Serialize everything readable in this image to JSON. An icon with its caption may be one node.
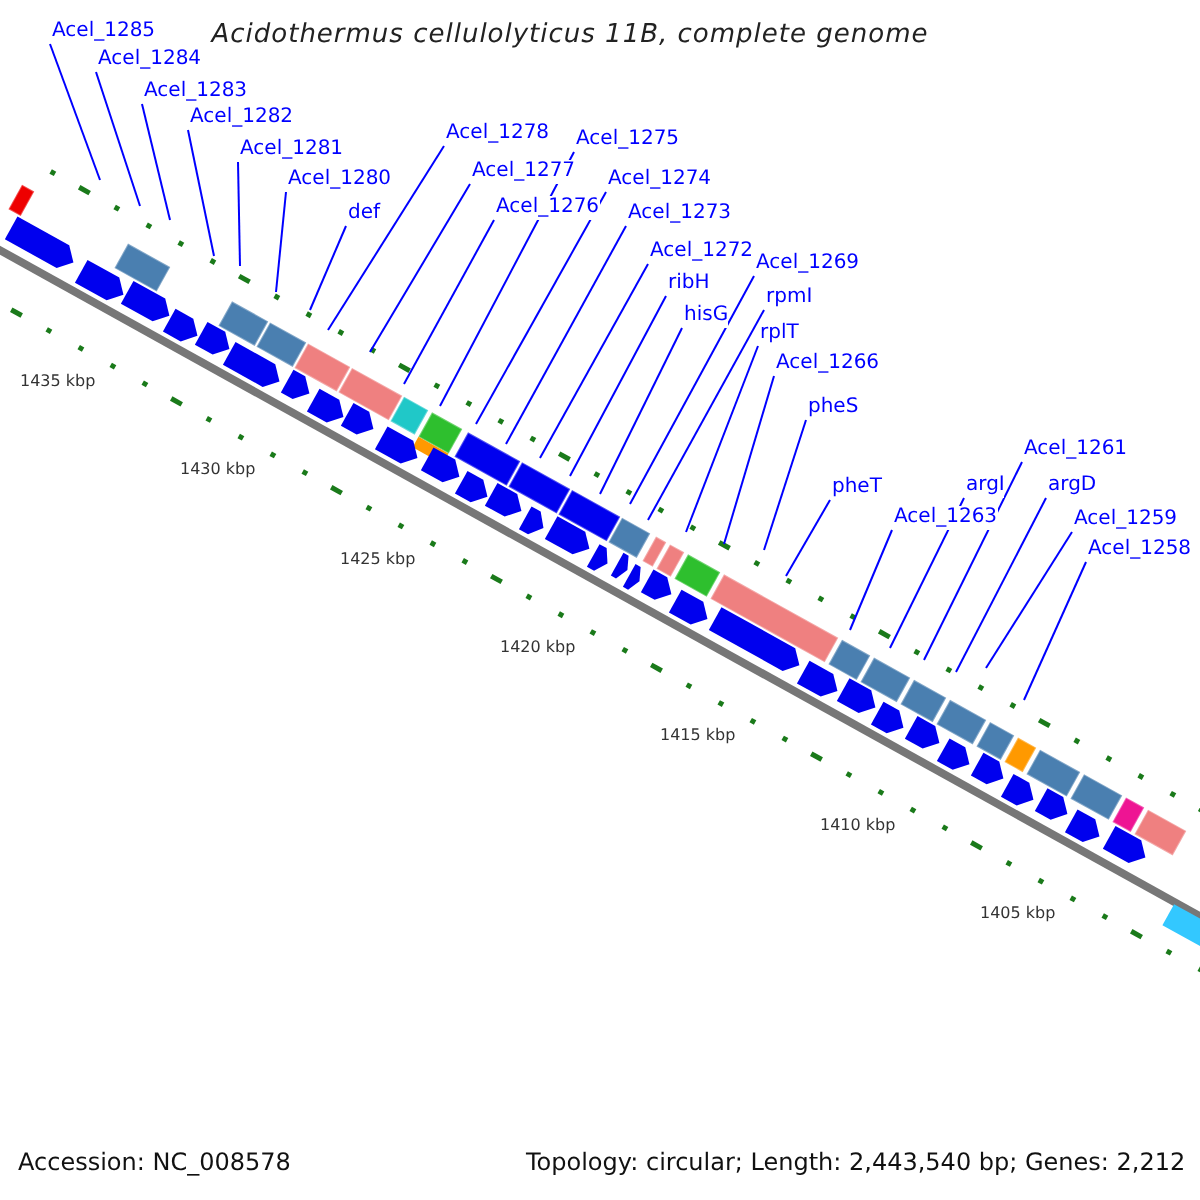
{
  "diagram": {
    "title": "Acidothermus cellulolyticus 11B, complete genome",
    "nodes": [
      {
        "text": [
          "Acel_1285"
        ]
      },
      {
        "text": [
          "Acel_1284"
        ]
      },
      {
        "text": [
          "Acel_1283"
        ]
      },
      {
        "text": [
          "Acel_1282"
        ]
      },
      {
        "text": [
          "Acel_1281"
        ]
      },
      {
        "text": [
          "Acel_1280"
        ]
      },
      {
        "text": [
          "def"
        ]
      },
      {
        "text": [
          "Acel_1278"
        ]
      },
      {
        "text": [
          "Acel_1277"
        ]
      },
      {
        "text": [
          "Acel_1276"
        ]
      },
      {
        "text": [
          "Acel_1275"
        ]
      },
      {
        "text": [
          "Acel_1274"
        ]
      },
      {
        "text": [
          "Acel_1273"
        ]
      },
      {
        "text": [
          "Acel_1272"
        ]
      },
      {
        "text": [
          "ribH"
        ]
      },
      {
        "text": [
          "hisG"
        ]
      },
      {
        "text": [
          "Acel_1269"
        ]
      },
      {
        "text": [
          "rpmI"
        ]
      },
      {
        "text": [
          "rplT"
        ]
      },
      {
        "text": [
          "Acel_1266"
        ]
      },
      {
        "text": [
          "pheS"
        ]
      },
      {
        "text": [
          "pheT"
        ]
      },
      {
        "text": [
          "Acel_1263"
        ]
      },
      {
        "text": [
          "argI"
        ]
      },
      {
        "text": [
          "Acel_1261"
        ]
      },
      {
        "text": [
          "argD"
        ]
      },
      {
        "text": [
          "Acel_1259"
        ]
      },
      {
        "text": [
          "Acel_1258"
        ]
      }
    ],
    "edges": [
      {
        "from": 0,
        "to": null,
        "arrow": "none"
      },
      {
        "from": 1,
        "to": null,
        "arrow": "none"
      },
      {
        "from": 2,
        "to": null,
        "arrow": "none"
      },
      {
        "from": 3,
        "to": null,
        "arrow": "none"
      },
      {
        "from": 4,
        "to": null,
        "arrow": "none"
      },
      {
        "from": 5,
        "to": null,
        "arrow": "none"
      },
      {
        "from": 6,
        "to": null,
        "arrow": "none"
      },
      {
        "from": 7,
        "to": null,
        "arrow": "none"
      },
      {
        "from": 8,
        "to": null,
        "arrow": "none"
      },
      {
        "from": 9,
        "to": null,
        "arrow": "none"
      },
      {
        "from": 10,
        "to": null,
        "arrow": "none"
      },
      {
        "from": 11,
        "to": null,
        "arrow": "none"
      },
      {
        "from": 12,
        "to": null,
        "arrow": "none"
      },
      {
        "from": 13,
        "to": null,
        "arrow": "none"
      },
      {
        "from": 14,
        "to": null,
        "arrow": "none"
      },
      {
        "from": 15,
        "to": null,
        "arrow": "none"
      },
      {
        "from": 16,
        "to": null,
        "arrow": "none"
      },
      {
        "from": 17,
        "to": null,
        "arrow": "none"
      },
      {
        "from": 18,
        "to": null,
        "arrow": "none"
      },
      {
        "from": 19,
        "to": null,
        "arrow": "none"
      },
      {
        "from": 20,
        "to": null,
        "arrow": "none"
      },
      {
        "from": 21,
        "to": null,
        "arrow": "none"
      },
      {
        "from": 22,
        "to": null,
        "arrow": "none"
      },
      {
        "from": 23,
        "to": null,
        "arrow": "none"
      },
      {
        "from": 24,
        "to": null,
        "arrow": "none"
      },
      {
        "from": 25,
        "to": null,
        "arrow": "none"
      },
      {
        "from": 26,
        "to": null,
        "arrow": "none"
      },
      {
        "from": 27,
        "to": null,
        "arrow": "none"
      }
    ],
    "labels": [
      "1435 kbp",
      "1430 kbp",
      "1425 kbp",
      "1420 kbp",
      "1415 kbp",
      "1410 kbp",
      "1405 kbp",
      "Accession: NC_008578",
      "Topology: circular; Length: 2,443,540 bp; Genes: 2,212"
    ]
  }
}
